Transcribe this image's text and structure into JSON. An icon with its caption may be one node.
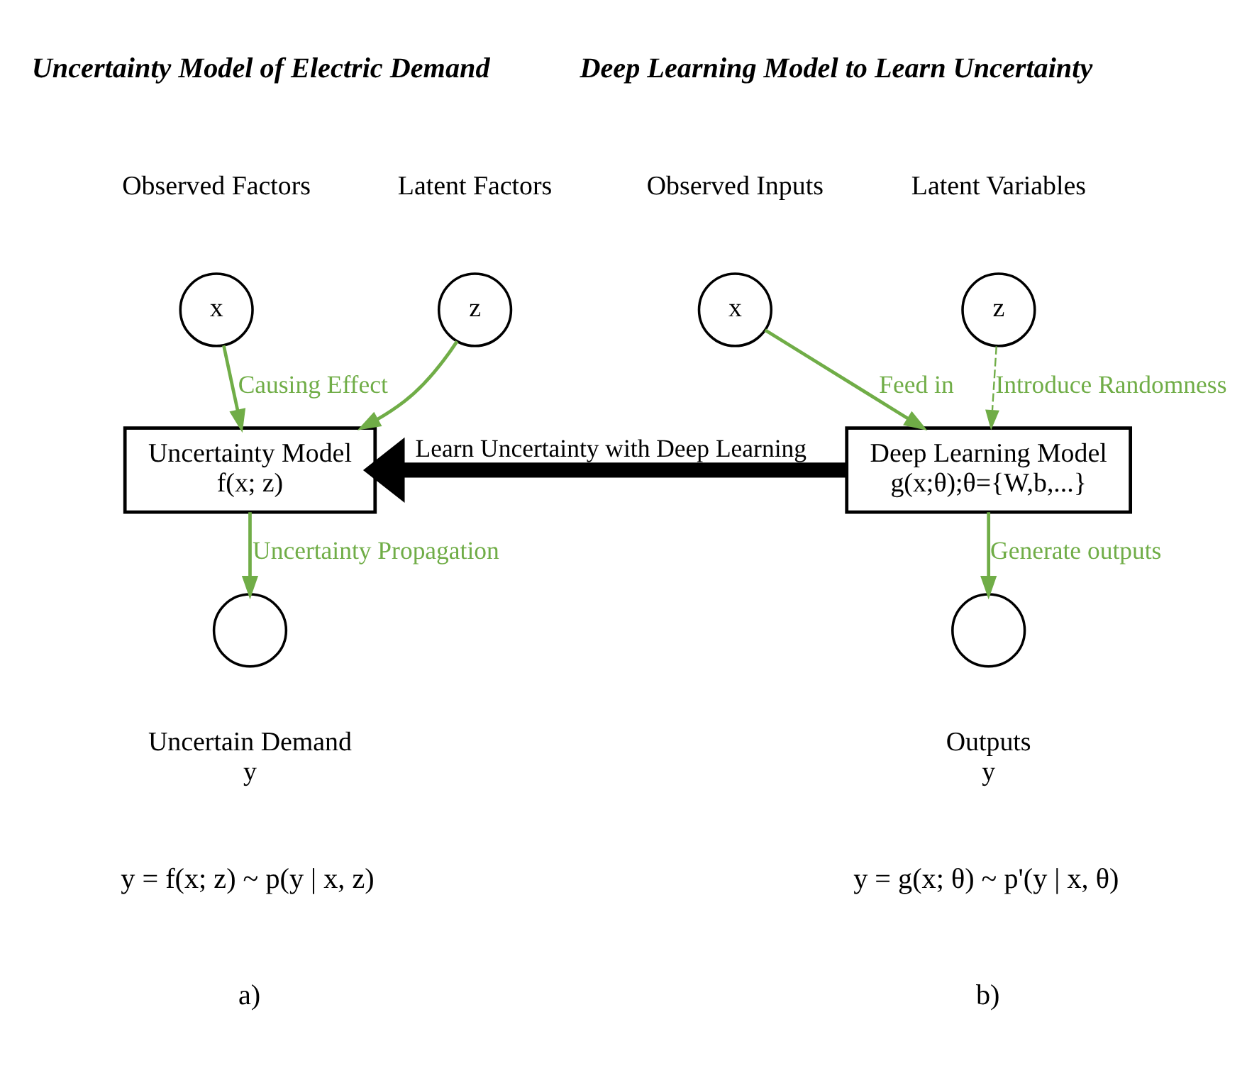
{
  "diagram": {
    "nodes": [
      {
        "text": [
          "x"
        ],
        "beside": [
          "Observed Factors"
        ]
      },
      {
        "text": [
          "z"
        ],
        "beside": [
          "Latent Factors"
        ]
      },
      {
        "text": [
          "Uncertainty Model",
          "f(x; z)"
        ]
      },
      {
        "text": [],
        "shape": "circle",
        "beside": [
          "Uncertain Demand",
          "y"
        ]
      },
      {
        "text": [
          "x"
        ],
        "beside": [
          "Observed Inputs"
        ]
      },
      {
        "text": [
          "z"
        ],
        "beside": [
          "Latent Variables"
        ]
      },
      {
        "text": [
          "Deep Learning Model",
          "g(x;θ);θ={W,b,...}"
        ]
      },
      {
        "text": [],
        "shape": "circle",
        "beside": [
          "Outputs",
          "y"
        ]
      }
    ],
    "edges": [
      {
        "from": 0,
        "to": 2,
        "arrow": "to",
        "label": "Causing Effect"
      },
      {
        "from": 1,
        "to": 2,
        "arrow": "to"
      },
      {
        "from": 2,
        "to": 3,
        "arrow": "to",
        "label": "Uncertainty Propagation"
      },
      {
        "from": 4,
        "to": 6,
        "arrow": "to",
        "label": "Feed in"
      },
      {
        "from": 5,
        "to": 6,
        "arrow": "to",
        "style": "dashed",
        "label": "Introduce Randomness"
      },
      {
        "from": 6,
        "to": 7,
        "arrow": "to",
        "label": "Generate outputs"
      },
      {
        "from": 6,
        "to": 2,
        "arrow": "to",
        "style": "thick",
        "color": "#000000",
        "label": "Learn Uncertainty with Deep Learning"
      }
    ],
    "labels": [
      "Uncertainty Model of Electric Demand",
      "Deep Learning Model to Learn Uncertainty",
      "y = f(x; z) ~ p(y | x, z)",
      "y = g(x; θ) ~ p'(y | x, θ)",
      "a)",
      "b)"
    ]
  }
}
